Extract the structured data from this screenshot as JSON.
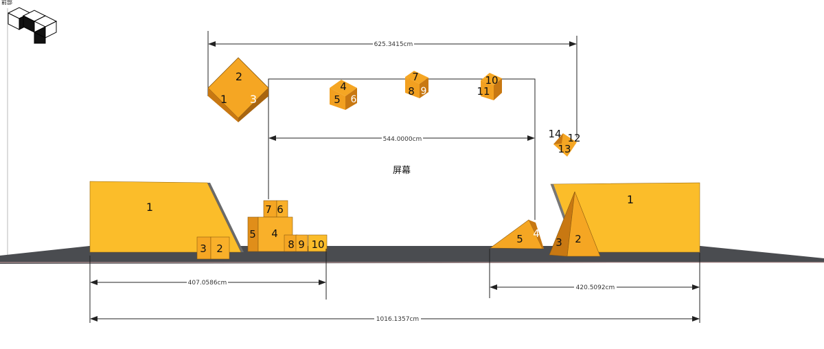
{
  "view_label": "前部",
  "screen_label": "屏幕",
  "dimensions": {
    "top_span": "625.3415cm",
    "screen_width": "544.0000cm",
    "left_group": "407.0586cm",
    "right_group": "420.5092cm",
    "total_width": "1016.1357cm"
  },
  "floating_cube_a": {
    "top": "2",
    "front": "1",
    "side": "3"
  },
  "floating_cube_b": {
    "top": "4",
    "front": "5",
    "side": "6"
  },
  "floating_cube_c": {
    "top": "7",
    "front": "8",
    "side": "9"
  },
  "floating_cube_d": {
    "top": "10",
    "front": "11"
  },
  "floating_cube_e": {
    "left": "14",
    "right": "12",
    "front": "13"
  },
  "left_panel": {
    "label": "1"
  },
  "left_small_box": {
    "front": "3",
    "side": "2"
  },
  "stack": {
    "top_left": "7",
    "top_right": "6",
    "side": "5",
    "front": "4"
  },
  "row_boxes": [
    "8",
    "9",
    "10"
  ],
  "wedge": {
    "front": "5",
    "side": "4"
  },
  "pyramid": {
    "left": "3",
    "right": "2"
  },
  "right_panel": {
    "label": "1"
  },
  "colors": {
    "orange": "#f5a623",
    "orange_dark": "#c87812",
    "orange_light": "#fbbd2a",
    "ground": "#4a4c50"
  }
}
